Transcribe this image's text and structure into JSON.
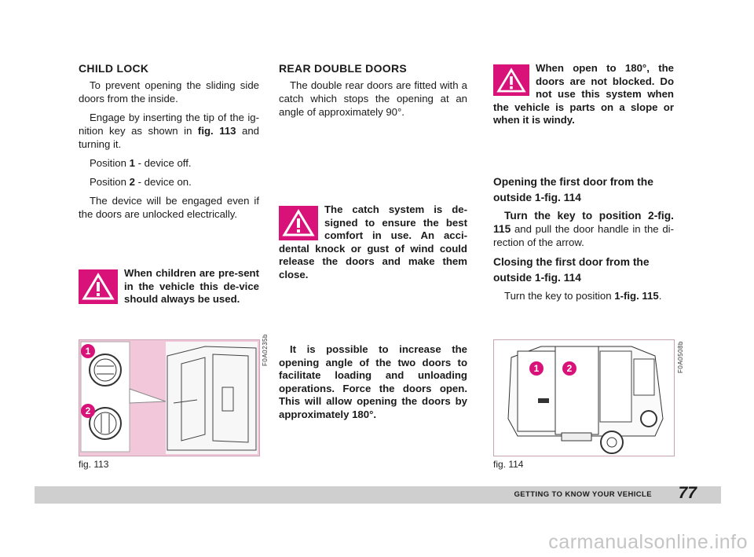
{
  "col1": {
    "heading": "CHILD LOCK",
    "p1": "To prevent opening the sliding side doors from the inside.",
    "p2_pre": "Engage by inserting the tip of the ig-nition key as shown in ",
    "p2_ref": "fig. 113",
    "p2_post": " and turning it.",
    "pos1_pre": "Position ",
    "pos1_num": "1",
    "pos1_post": " - device off.",
    "pos2_pre": "Position ",
    "pos2_num": "2",
    "pos2_post": " - device on.",
    "p3": "The device will be engaged even if the doors are unlocked electrically.",
    "warning": "When children are pre-sent in the vehicle this de-vice should always be used."
  },
  "col2": {
    "heading": "REAR DOUBLE DOORS",
    "p1": "The double rear doors are fitted with a catch which stops the opening at an angle of approximately 90°.",
    "warning": "The catch system is de-signed to ensure the best comfort in use. An acci-dental knock or gust of wind could release the doors and make them close.",
    "bold_para": "It is possible to increase the opening angle of the two doors to facilitate loading and unloading operations. Force the doors open. This will allow opening the doors by approximately 180°."
  },
  "col3": {
    "warning": "When open to 180°, the doors are not blocked. Do not use this system when the vehicle is parts on a slope or when it is windy.",
    "h_open": "Opening the first door from the outside 1-fig. 114",
    "open_bold": "Turn the key to position 2-fig. 115",
    "open_rest": " and pull the door handle in the di-rection of the arrow.",
    "h_close": "Closing the first door from the outside 1-fig. 114",
    "close_pre": "Turn the key to position ",
    "close_bold": "1-fig. 115",
    "close_post": "."
  },
  "fig113": {
    "caption": "fig. 113",
    "code": "F0A0235b",
    "marker1": "1",
    "marker2": "2"
  },
  "fig114": {
    "caption": "fig. 114",
    "code": "F0A0508b",
    "marker1": "1",
    "marker2": "2"
  },
  "footer": {
    "title": "GETTING TO KNOW YOUR VEHICLE",
    "page": "77"
  },
  "watermark": "carmanualsonline.info",
  "colors": {
    "accent": "#d9127a",
    "figure_bg": "#f2c7d9",
    "band": "#cfcfcf"
  }
}
